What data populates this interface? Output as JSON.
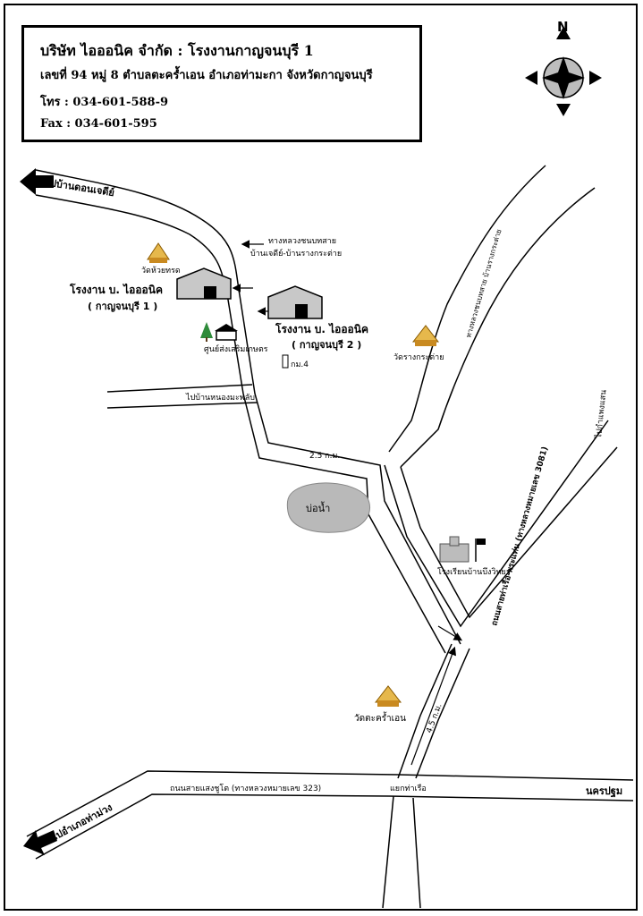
{
  "header": {
    "company_line": "บริษัท ไอออนิค จำกัด : โรงงานกาญจนบุรี 1",
    "address_line": "เลขที่ 94 หมู่ 8 ตำบลตะคร้ำเอน อำเภอท่ามะกา จังหวัดกาญจนบุรี",
    "phone_line": "โทร : 034-601-588-9",
    "fax_line": "Fax : 034-601-595"
  },
  "compass": {
    "north_label": "N"
  },
  "labels": {
    "to_don_chedi": "ไปบ้านดอนเจดีย์",
    "highway_to_ban_chedi": "ทางหลวงชนบทสาย",
    "highway_to_ban_chedi_2": "บ้านเจดีย์-บ้านรางกระต่าย",
    "wat_huai_song": "วัดห้วยทรด",
    "factory1_name": "โรงงาน บ. ไอออนิค",
    "factory1_sub": "( กาญจนบุรี 1 )",
    "factory2_name": "โรงงาน บ. ไอออนิค",
    "factory2_sub": "( กาญจนบุรี 2 )",
    "agri_center": "ศูนย์ส่งเสริมเกษตร",
    "km4": "กม.4",
    "wat_rang_kratai": "วัดรางกระต่าย",
    "rural_road_rang_kratai": "ทางหลวงชนบทสาย บ้านรางกระต่าย",
    "to_nong_ma_phlap": "ไปบ้านหนองมะพลับ",
    "dist_2_5": "2.5 ก.ม.",
    "pond": "บ่อน้ำ",
    "to_kamphaeng_saen": "ไปกำแพงแสน",
    "school": "โรงเรียนบ้านบึงวิทยา",
    "road_tha_ruea": "ถนนสายท่าเรือ-พระแท่น (ทางหลวงหมายเลข 3081)",
    "wat_takhram_en": "วัดตะคร้ำเอน",
    "dist_4_5": "4.5 ก.ม.",
    "road_saeng_chuto": "ถนนสายแสงชูโต (ทางหลวงหมายเลข 323)",
    "tha_ruea_junction": "แยกท่าเรือ",
    "nakhon_pathom": "นครปฐม",
    "to_tha_muang": "ไปอำเภอท่าม่วง"
  },
  "icons": [
    "compass-rose-icon",
    "temple-icon",
    "factory-icon",
    "tree-icon",
    "house-icon",
    "school-icon",
    "flag-icon",
    "km-post-icon",
    "arrow-icon"
  ]
}
